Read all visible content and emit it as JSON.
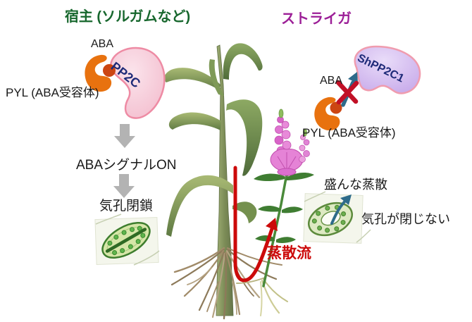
{
  "figure": {
    "type": "scientific-diagram",
    "topic": "ABA signaling comparison between host plant and Striga"
  },
  "host": {
    "title": "宿主 (ソルガムなど)",
    "aba_label": "ABA",
    "pp2c_label": "PP2C",
    "pyl_label": "PYL (ABA受容体)",
    "signal_label": "ABAシグナルON",
    "stomata_label": "気孔閉鎖"
  },
  "striga": {
    "title": "ストライガ",
    "pp2c_label": "ShPP2C1",
    "aba_label": "ABA",
    "pyl_label": "PYL (ABA受容体)",
    "transpiration_label": "盛んな蒸散",
    "stomata_label": "気孔が閉じない"
  },
  "flow": {
    "label": "蒸散流"
  },
  "colors": {
    "host_title": "#17672d",
    "striga_title": "#9c1f97",
    "protein_label": "#1e2a78",
    "pp2c_fill": "#f6cdda",
    "pp2c_outline": "#ee8ba4",
    "shpp2c1_fill": "#cdb1ee",
    "shpp2c1_outline": "#f09cae",
    "pyl_fill": "#e8720f",
    "aba_dot": "#cc4612",
    "gray_arrow": "#b3b3b3",
    "teal_arrow": "#2e6b8a",
    "block_x": "#c11026",
    "flow_red": "#cc0a0a"
  },
  "icons": {
    "sorghum_plant": "watercolor sorghum seedling with arching leaves and fibrous roots",
    "striga_plant": "Striga stalk with pink flower spikes",
    "stomata_closed": "closed stoma (green lens with chloroplast dots)",
    "stomata_open": "open stoma (green ring with chloroplast dots) and upward vapor arrow",
    "pyl_bean": "orange PYL receptor crescent",
    "aba_molecule": "dark orange ABA dot",
    "down_arrow": "gray block arrow pointing down",
    "blocked_binding": "teal arrow crossed by red X",
    "transpiration_flow_arrow": "red curved arrow from host roots up into Striga"
  }
}
